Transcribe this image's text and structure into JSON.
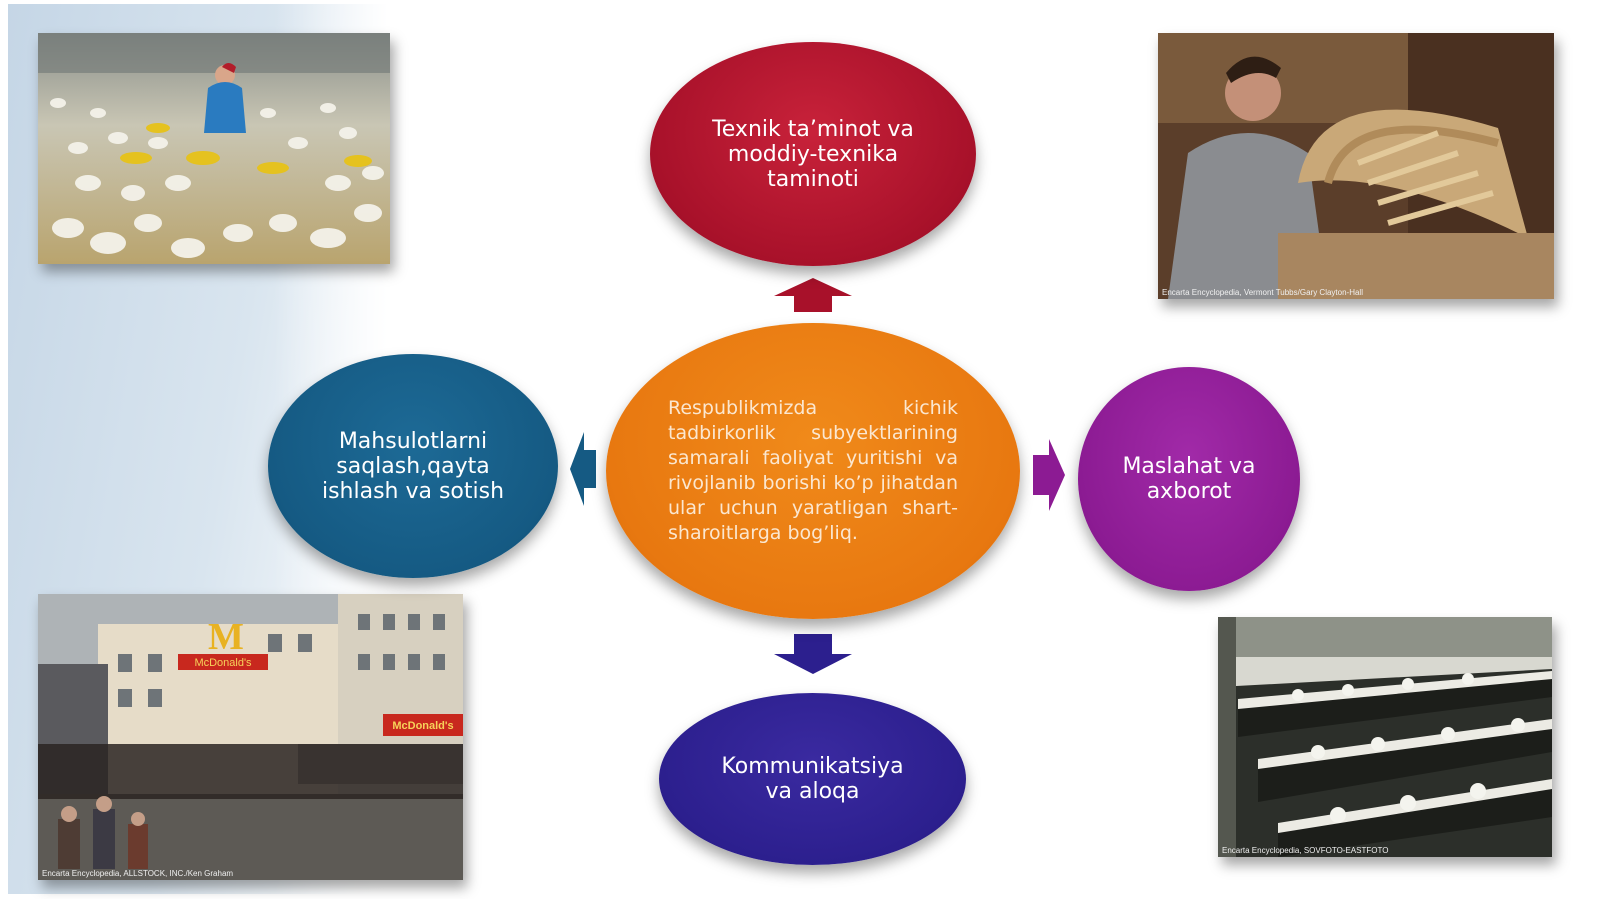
{
  "diagram": {
    "center": {
      "text": "Respublikmizda kichik tadbirkorlik subyektlarining samarali faoliyat yuritishi va rivojlanib borishi ko’p jihatdan ular uchun yaratligan shart-sharoitlarga bog’liq.",
      "color": "#e87810"
    },
    "top": {
      "text": "Texnik ta’minot va\nmoddiy-texnika\ntaminoti",
      "color": "#a8112a"
    },
    "left": {
      "text": "Mahsulotlarni\nsaqlash,qayta\nishlash va sotish",
      "color": "#155a83"
    },
    "right": {
      "text": "Maslahat va\naxborot",
      "color": "#8c1b93"
    },
    "bottom": {
      "text": "Kommunikatsiya\nva aloqa",
      "color": "#2c1f8e"
    },
    "arrows": [
      {
        "direction": "up",
        "color": "#a8112a"
      },
      {
        "direction": "left",
        "color": "#155a83"
      },
      {
        "direction": "right",
        "color": "#8c1b93"
      },
      {
        "direction": "down",
        "color": "#2c1f8e"
      }
    ]
  },
  "photos": {
    "top_left": {
      "subject": "poultry farm worker among chickens"
    },
    "top_right": {
      "subject": "craftsman building wooden furniture",
      "caption": "Encarta Encyclopedia, Vermont Tubbs/Gary Clayton-Hall"
    },
    "bottom_left": {
      "subject": "queue outside McDonald's restaurant",
      "caption": "Encarta Encyclopedia, ALLSTOCK, INC./Ken Graham",
      "signs": [
        "McDonald's",
        "McDonald's"
      ]
    },
    "bottom_right": {
      "subject": "textile factory hall with machines",
      "caption": "Encarta Encyclopedia, SOVFOTO-EASTFOTO"
    }
  }
}
